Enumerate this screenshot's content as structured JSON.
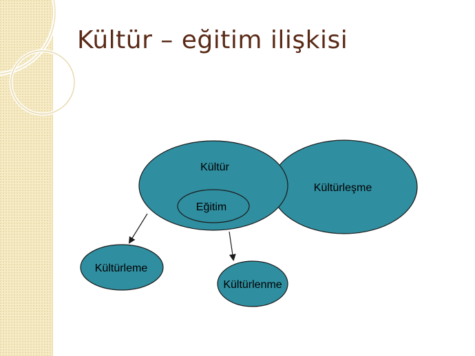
{
  "slide": {
    "title": "Kültür – eğitim ilişkisi"
  },
  "diagram": {
    "nodes": {
      "kultur": "Kültür",
      "egitim": "Eğitim",
      "kulturlesme": "Kültürleşme",
      "kulturleme": "Kültürleme",
      "kulturlenme": "Kültürlenme"
    },
    "colors": {
      "node_fill": "#2f8ea0",
      "node_stroke": "#1b1b1b",
      "title": "#5a2a17",
      "side_band": "#f6ebc4"
    }
  }
}
